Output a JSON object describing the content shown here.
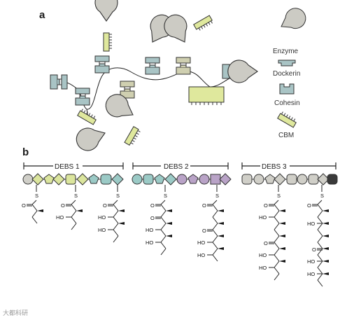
{
  "panels": {
    "a": "a",
    "b": "b"
  },
  "legend": [
    {
      "label": "Enzyme",
      "icon": "enzyme-icon"
    },
    {
      "label": "Dockerin",
      "icon": "dockerin-icon"
    },
    {
      "label": "Cohesin",
      "icon": "cohesin-icon"
    },
    {
      "label": "CBM",
      "icon": "cbm-icon"
    }
  ],
  "modules": [
    {
      "label": "DEBS 1"
    },
    {
      "label": "DEBS 2"
    },
    {
      "label": "DEBS 3"
    }
  ],
  "chem_labels": {
    "o": "O",
    "s": "S",
    "ho": "HO"
  },
  "watermark": "大都科研",
  "colors": {
    "enzyme": "#cccbc4",
    "dockerin": "#a9c4c5",
    "cohesin": "#a9c4c5",
    "cbm": "#dfe89d",
    "debs_green": "#dbe59d",
    "debs_teal": "#9bcac6",
    "debs_purple": "#b9a3c7",
    "debs_grey": "#d0cfc8",
    "debs_dark": "#3a3a3a"
  }
}
